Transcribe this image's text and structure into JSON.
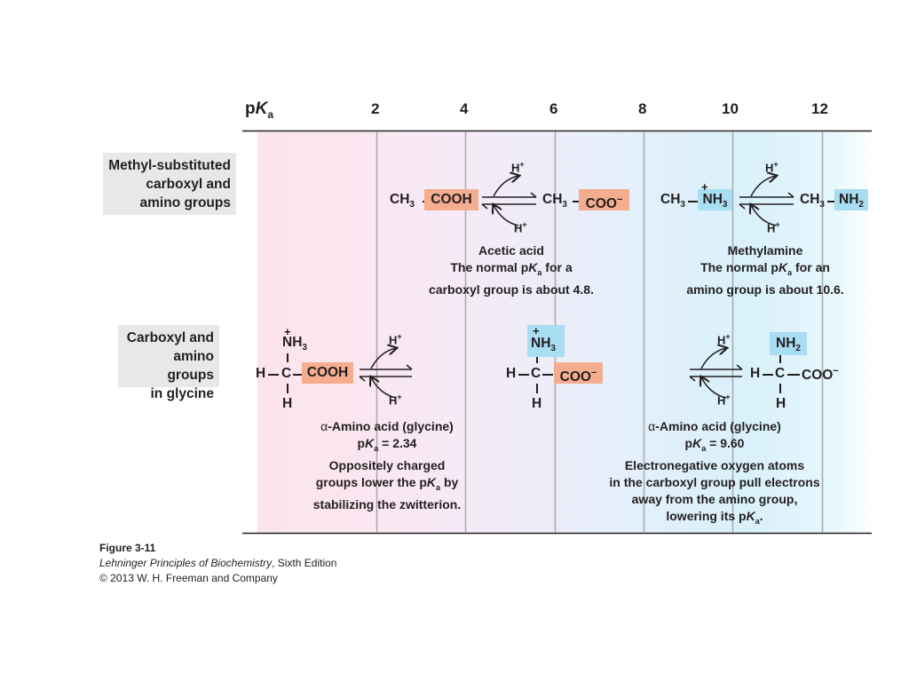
{
  "axis": {
    "label_main": "p",
    "label_italic": "K",
    "label_sub": "a",
    "ticks": [
      "2",
      "4",
      "6",
      "8",
      "10",
      "12"
    ]
  },
  "rows": {
    "methyl_label": [
      "Methyl-substituted",
      "carboxyl and",
      "amino groups"
    ],
    "glycine_label": [
      "Carboxyl and",
      "amino groups",
      "in glycine"
    ]
  },
  "chem": {
    "ch3": "CH",
    "three": "3",
    "cooh": "COOH",
    "coo": "COO",
    "minus": "−",
    "nh": "NH",
    "nh3_sub": "3",
    "nh2_sub": "2",
    "h": "H",
    "c": "C",
    "h_plus": "H",
    "plus": "+"
  },
  "notes": {
    "acetic_title": "Acetic acid",
    "acetic_line1_a": "The normal p",
    "acetic_line1_k": "K",
    "acetic_line1_sub": "a",
    "acetic_line1_b": " for a",
    "acetic_line2": "carboxyl group is about 4.8.",
    "methylamine_title": "Methylamine",
    "methylamine_line1_a": "The normal p",
    "methylamine_line1_k": "K",
    "methylamine_line1_sub": "a",
    "methylamine_line1_b": " for an",
    "methylamine_line2": "amino group is about 10.6.",
    "gly1_title_alpha": "α",
    "gly1_title": "-Amino acid (glycine)",
    "gly1_pka_a": "p",
    "gly1_pka_k": "K",
    "gly1_pka_sub": "a",
    "gly1_pka_val": " = 2.34",
    "gly1_line1": "Oppositely charged",
    "gly1_line2_a": "groups lower the p",
    "gly1_line2_k": "K",
    "gly1_line2_sub": "a",
    "gly1_line2_b": " by",
    "gly1_line3": "stabilizing the zwitterion.",
    "gly2_title_alpha": "α",
    "gly2_title": "-Amino acid (glycine)",
    "gly2_pka_a": "p",
    "gly2_pka_k": "K",
    "gly2_pka_sub": "a",
    "gly2_pka_val": " = 9.60",
    "gly2_line1": "Electronegative oxygen atoms",
    "gly2_line2": "in the carboxyl group pull electrons",
    "gly2_line3": "away from the amino group,",
    "gly2_line4_a": "lowering its p",
    "gly2_line4_k": "K",
    "gly2_line4_sub": "a",
    "gly2_line4_b": "."
  },
  "caption": {
    "figure": "Figure 3-11",
    "book_italic": "Lehninger Principles of Biochemistry",
    "book_rest": ", Sixth Edition",
    "copyright": "© 2013 W. H. Freeman and Company"
  },
  "colors": {
    "acid_box": "#f5ad8f",
    "amine_box": "#a8ddf2",
    "label_box": "#e8e8e9",
    "grid": "#a7a9ac"
  }
}
